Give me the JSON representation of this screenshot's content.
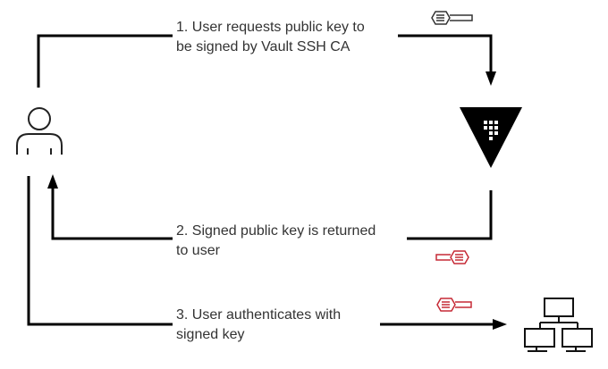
{
  "steps": [
    {
      "line1": "1. User requests public key to",
      "line2": "be signed by Vault SSH CA"
    },
    {
      "line1": "2. Signed public key is returned",
      "line2": "to user"
    },
    {
      "line1": "3. User authenticates with",
      "line2": "signed key"
    }
  ],
  "icons": {
    "user": "user-icon",
    "vault": "vault-triangle-icon",
    "key_public": "key-icon",
    "key_signed": "signed-key-icon",
    "hosts": "server-network-icon"
  },
  "colors": {
    "line": "#000000",
    "text": "#333333",
    "signed_key": "#c62a36",
    "public_key": "#333333"
  }
}
